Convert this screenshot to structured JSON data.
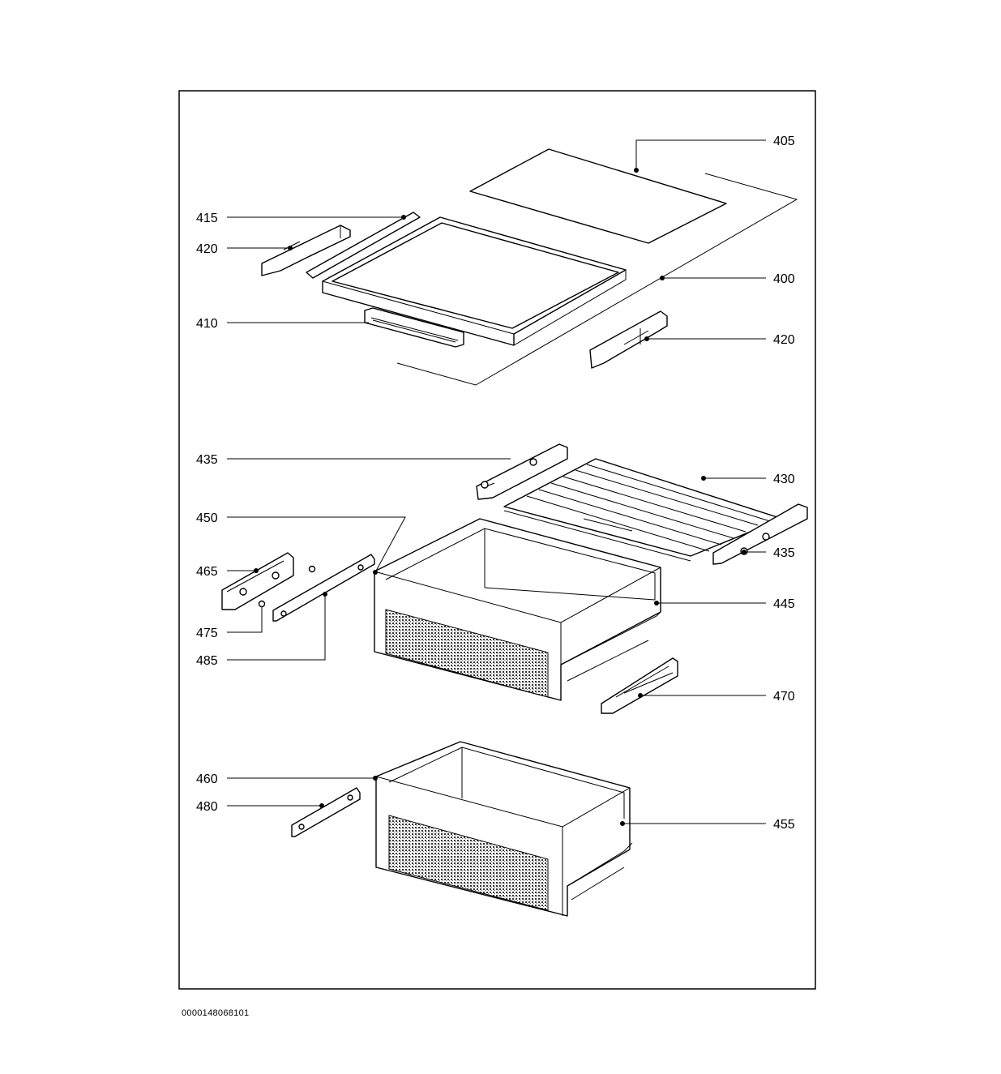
{
  "diagram": {
    "drawing_code": "0000148068101",
    "callouts": [
      {
        "id": "c405",
        "label": "405"
      },
      {
        "id": "c415",
        "label": "415"
      },
      {
        "id": "c420a",
        "label": "420"
      },
      {
        "id": "c400",
        "label": "400"
      },
      {
        "id": "c410",
        "label": "410"
      },
      {
        "id": "c420b",
        "label": "420"
      },
      {
        "id": "c435a",
        "label": "435"
      },
      {
        "id": "c430",
        "label": "430"
      },
      {
        "id": "c450",
        "label": "450"
      },
      {
        "id": "c435b",
        "label": "435"
      },
      {
        "id": "c465",
        "label": "465"
      },
      {
        "id": "c445",
        "label": "445"
      },
      {
        "id": "c475",
        "label": "475"
      },
      {
        "id": "c485",
        "label": "485"
      },
      {
        "id": "c470",
        "label": "470"
      },
      {
        "id": "c460",
        "label": "460"
      },
      {
        "id": "c480",
        "label": "480"
      },
      {
        "id": "c455",
        "label": "455"
      }
    ]
  }
}
